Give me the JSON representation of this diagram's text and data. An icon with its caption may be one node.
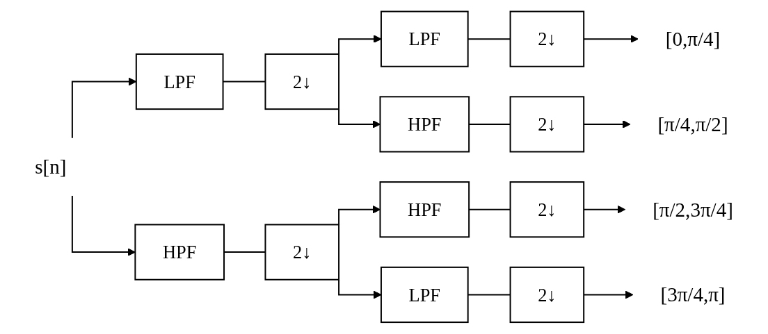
{
  "diagram": {
    "nodes": [
      {
        "text": [
          "s[n]"
        ]
      },
      {
        "text": [
          "LPF"
        ]
      },
      {
        "text": [
          "2↓"
        ]
      },
      {
        "text": [
          "HPF"
        ]
      },
      {
        "text": [
          "2↓"
        ]
      },
      {
        "text": [
          "LPF"
        ]
      },
      {
        "text": [
          "2↓"
        ]
      },
      {
        "text": [
          "HPF"
        ]
      },
      {
        "text": [
          "2↓"
        ]
      },
      {
        "text": [
          "HPF"
        ]
      },
      {
        "text": [
          "2↓"
        ]
      },
      {
        "text": [
          "LPF"
        ]
      },
      {
        "text": [
          "2↓"
        ]
      },
      {
        "text": [
          "[0,π/4]"
        ]
      },
      {
        "text": [
          "[π/4,π/2]"
        ]
      },
      {
        "text": [
          "[π/2,3π/4]"
        ]
      },
      {
        "text": [
          "[3π/4,π]"
        ]
      }
    ],
    "edges": [
      {
        "from": 0,
        "to": 1,
        "arrow": "to"
      },
      {
        "from": 0,
        "to": 3,
        "arrow": "to"
      },
      {
        "from": 1,
        "to": 2,
        "arrow": "none"
      },
      {
        "from": 2,
        "to": 5,
        "arrow": "to"
      },
      {
        "from": 2,
        "to": 7,
        "arrow": "to"
      },
      {
        "from": 3,
        "to": 4,
        "arrow": "none"
      },
      {
        "from": 4,
        "to": 9,
        "arrow": "to"
      },
      {
        "from": 4,
        "to": 11,
        "arrow": "to"
      },
      {
        "from": 5,
        "to": 6,
        "arrow": "none"
      },
      {
        "from": 6,
        "to": 13,
        "arrow": "to"
      },
      {
        "from": 7,
        "to": 8,
        "arrow": "none"
      },
      {
        "from": 8,
        "to": 14,
        "arrow": "to"
      },
      {
        "from": 9,
        "to": 10,
        "arrow": "none"
      },
      {
        "from": 10,
        "to": 15,
        "arrow": "to"
      },
      {
        "from": 11,
        "to": 12,
        "arrow": "none"
      },
      {
        "from": 12,
        "to": 16,
        "arrow": "to"
      }
    ]
  }
}
